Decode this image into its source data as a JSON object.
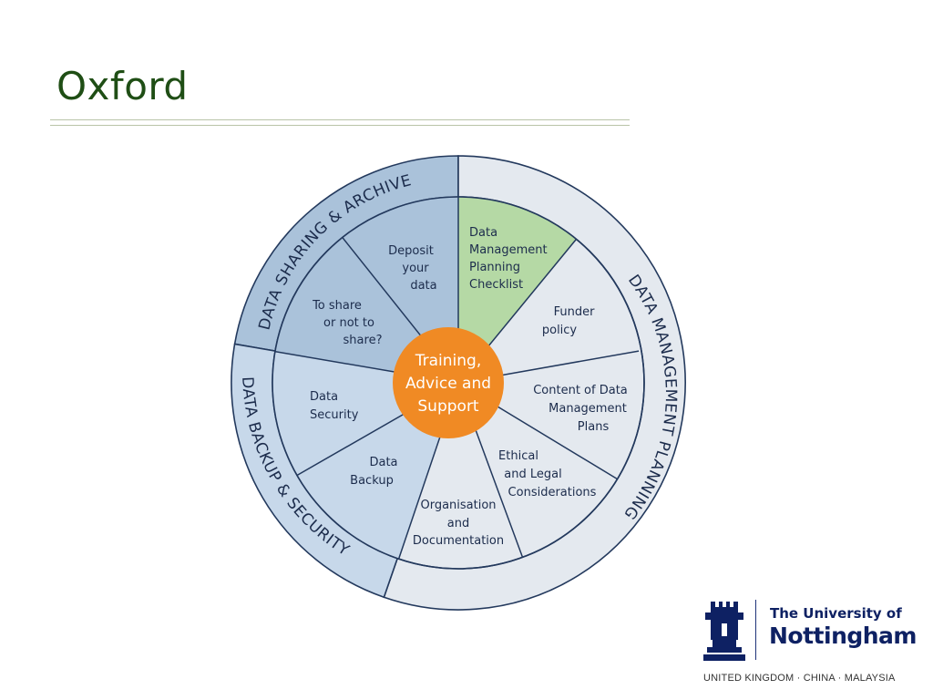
{
  "slide": {
    "title": "Oxford"
  },
  "wheel": {
    "rings": {
      "sharing": "DATA SHARING & ARCHIVE",
      "planning": "DATA MANAGEMENT PLANNING",
      "backup": "DATA BACKUP & SECURITY"
    },
    "segments": {
      "deposit": [
        "Deposit",
        "your",
        "data"
      ],
      "dmp_checklist": [
        "Data",
        "Management",
        "Planning",
        "Checklist"
      ],
      "funder": [
        "Funder",
        "policy"
      ],
      "content": [
        "Content of Data",
        "Management",
        "Plans"
      ],
      "ethical": [
        "Ethical",
        "and Legal",
        "Considerations"
      ],
      "organisation": [
        "Organisation",
        "and",
        "Documentation"
      ],
      "backup": [
        "Data",
        "Backup"
      ],
      "security": [
        "Data",
        "Security"
      ],
      "share": [
        "To share",
        "or not to",
        "share?"
      ]
    },
    "center": [
      "Training,",
      "Advice and",
      "Support"
    ],
    "colors": {
      "sharing": "#aac2da",
      "backup": "#c7d8ea",
      "planning": "#e4e9ef",
      "checklist": "#b5d9a5",
      "center": "#f08a24",
      "lines": "#23395d"
    }
  },
  "logo": {
    "line1": "The University of",
    "line2": "Nottingham",
    "tagline": "UNITED KINGDOM · CHINA · MALAYSIA"
  }
}
